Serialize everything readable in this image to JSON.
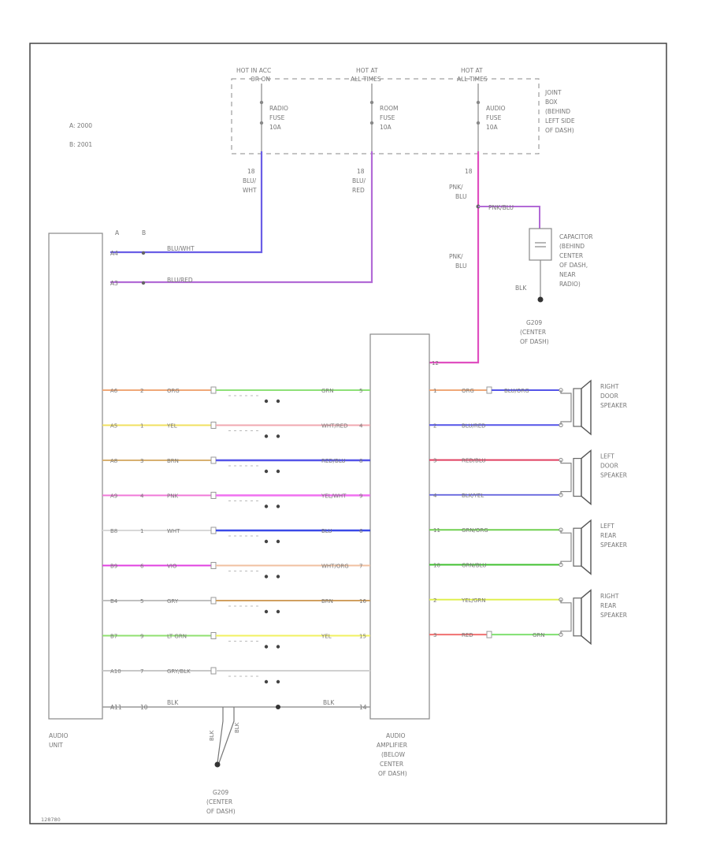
{
  "header": {
    "hot_labels": [
      "HOT IN ACC",
      "HOT AT",
      "HOT AT"
    ],
    "hot_sub": [
      "OR ON",
      "ALL TIMES",
      "ALL TIMES"
    ],
    "fuses": [
      {
        "name": "RADIO",
        "kind": "FUSE",
        "amps": "10A"
      },
      {
        "name": "ROOM",
        "kind": "FUSE",
        "amps": "10A"
      },
      {
        "name": "AUDIO",
        "kind": "FUSE",
        "amps": "10A"
      }
    ],
    "junction_box": [
      "JOINT",
      "BOX",
      "(BEHIND",
      "LEFT SIDE",
      "OF DASH)"
    ]
  },
  "legend": [
    "A: 2000",
    "B: 2001"
  ],
  "drops": [
    {
      "gauge": "18",
      "color": "BLU/",
      "color2": "WHT",
      "stroke": "#6a5ee6"
    },
    {
      "gauge": "18",
      "color": "BLU/",
      "color2": "RED",
      "stroke": "#b26ad6"
    },
    {
      "gauge": "18",
      "color": "PNK/",
      "color2": "BLU",
      "stroke": "#e04fc0"
    }
  ],
  "capacitor": {
    "wire": "PNK/BLU",
    "lines": [
      "CAPACITOR",
      "(BEHIND",
      "CENTER",
      "OF DASH,",
      "NEAR",
      "RADIO)"
    ],
    "ground_wire": "BLK",
    "ground": [
      "G209",
      "(CENTER",
      "OF DASH)"
    ]
  },
  "amp_feed": [
    "PNK/",
    "BLU"
  ],
  "audio_unit": {
    "label": [
      "AUDIO",
      "UNIT"
    ],
    "col_headers": [
      "A",
      "B"
    ],
    "power_rows": [
      {
        "pa": "A4",
        "pb": "B",
        "color": "BLU/WHT",
        "stroke": "#6a5ee6"
      },
      {
        "pa": "A3",
        "pb": "B",
        "color": "BLU/RED",
        "stroke": "#b26ad6"
      }
    ]
  },
  "signal_rows": [
    {
      "pa": "A6",
      "pb": "2",
      "c1": "ORG",
      "s1": "#f0a878",
      "c2": "GRN",
      "s2": "#8ee078",
      "amp": "5"
    },
    {
      "pa": "A5",
      "pb": "1",
      "c1": "YEL",
      "s1": "#f0e060",
      "c2": "WHT/RED",
      "s2": "#f0a8b0",
      "amp": "4"
    },
    {
      "pa": "A8",
      "pb": "3",
      "c1": "BRN",
      "s1": "#d8b070",
      "c2": "RED/BLU",
      "s2": "#5454e8",
      "amp": "8"
    },
    {
      "pa": "A9",
      "pb": "4",
      "c1": "PNK",
      "s1": "#f078d8",
      "c2": "YEL/WHT",
      "s2": "#f070f0",
      "amp": "9"
    },
    {
      "pa": "B8",
      "pb": "1",
      "c1": "WHT",
      "s1": "#d8d8d8",
      "c2": "BLU",
      "s2": "#3a4ae8",
      "amp": "6"
    },
    {
      "pa": "B9",
      "pb": "6",
      "c1": "VIO",
      "s1": "#e040e0",
      "c2": "WHT/ORG",
      "s2": "#f0c0a0",
      "amp": "7"
    },
    {
      "pa": "B4",
      "pb": "5",
      "c1": "GRY",
      "s1": "#c0c0c0",
      "c2": "BRN",
      "s2": "#d0a060",
      "amp": "16"
    },
    {
      "pa": "B7",
      "pb": "9",
      "c1": "LT GRN",
      "s1": "#90e070",
      "c2": "YEL",
      "s2": "#f0f060",
      "amp": "15"
    },
    {
      "pa": "A10",
      "pb": "7",
      "c1": "GRY/BLK",
      "s1": "#c8c8c8",
      "c2": "",
      "s2": "#d0d0d0",
      "amp": ""
    }
  ],
  "ground_row": {
    "pa": "A11",
    "pb": "10",
    "c1": "BLK",
    "c2": "BLK",
    "amp": "14"
  },
  "ground_bottom": {
    "wires": [
      "BLK",
      "BLK"
    ],
    "lines": [
      "G209",
      "(CENTER",
      "OF DASH)"
    ]
  },
  "amplifier": {
    "label": [
      "AUDIO",
      "AMPLIFIER",
      "(BELOW",
      "CENTER",
      "OF DASH)"
    ],
    "feed_pin": "12"
  },
  "speaker_rows": [
    {
      "pin": "1",
      "color": "ORG",
      "stroke": "#f0a878",
      "color2": "BLU/ORG",
      "stroke2": "#5454e8"
    },
    {
      "pin": "2",
      "color": "BLU/RED",
      "stroke": "#5454e8"
    },
    {
      "pin": "3",
      "color": "RED/BLU",
      "stroke": "#e04060"
    },
    {
      "pin": "4",
      "color": "BLK/YEL",
      "stroke": "#7070e0"
    },
    {
      "pin": "11",
      "color": "GRN/ORG",
      "stroke": "#70d050"
    },
    {
      "pin": "10",
      "color": "GRN/BLU",
      "stroke": "#40c030"
    },
    {
      "pin": "2",
      "color": "YEL/GRN",
      "stroke": "#e0f050"
    },
    {
      "pin": "3",
      "color": "RED",
      "stroke": "#f07070",
      "color2": "GRN",
      "stroke2": "#80e070"
    }
  ],
  "speakers": [
    [
      "RIGHT",
      "DOOR",
      "SPEAKER"
    ],
    [
      "LEFT",
      "DOOR",
      "SPEAKER"
    ],
    [
      "LEFT",
      "REAR",
      "SPEAKER"
    ],
    [
      "RIGHT",
      "REAR",
      "SPEAKER"
    ]
  ],
  "corner": "128780"
}
